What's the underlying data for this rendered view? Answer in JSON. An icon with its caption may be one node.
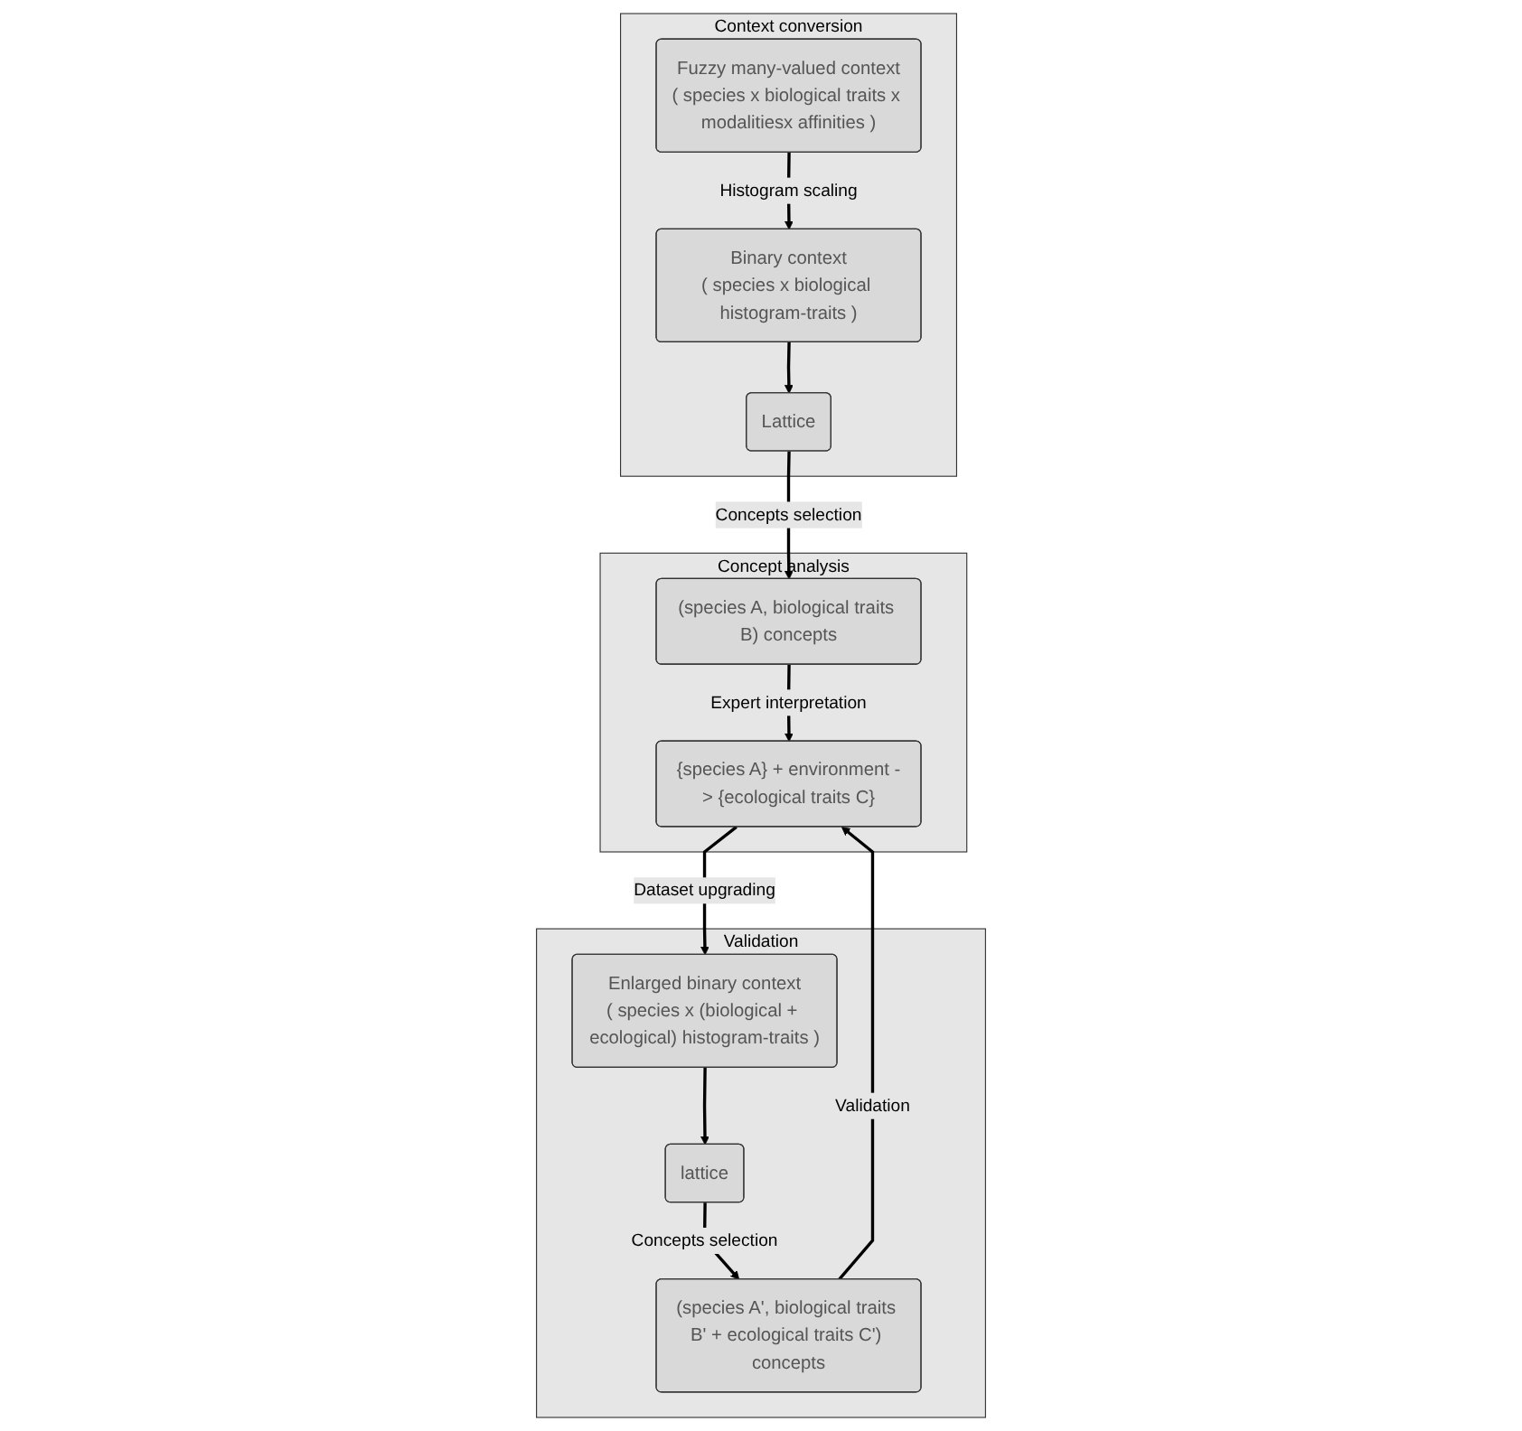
{
  "diagram": {
    "nodes": [
      {
        "text": [
          "Context conversion"
        ]
      },
      {
        "text": [
          "Fuzzy many-valued context",
          "( species x biological traits x modalitiesx affinities )"
        ],
        "in": 0
      },
      {
        "text": [
          "Binary context",
          "( species x biological histogram-traits )"
        ],
        "in": 0
      },
      {
        "text": [
          "Lattice"
        ],
        "in": 0
      },
      {
        "text": [
          "Concept analysis"
        ]
      },
      {
        "text": [
          "{species A} + environment -> {ecological traits C}"
        ],
        "in": 4
      },
      {
        "text": [
          "(species A, biological traits B) concepts"
        ],
        "in": 4
      },
      {
        "text": [
          "Validation"
        ]
      },
      {
        "text": [
          "Enlarged binary context",
          "( species x (biological + ecological) histogram-traits )"
        ],
        "in": 7
      },
      {
        "text": [
          "lattice"
        ],
        "in": 7
      },
      {
        "text": [
          "(species A', biological traits B' + ecological traits C') concepts"
        ],
        "in": 7
      }
    ],
    "edges": [
      {
        "from": 1,
        "to": 2,
        "arrow": "to",
        "label": "Histogram scaling"
      },
      {
        "from": 2,
        "to": 3,
        "arrow": "to"
      },
      {
        "from": 3,
        "to": 6,
        "arrow": "to",
        "label": "Concepts selection"
      },
      {
        "from": 6,
        "to": 5,
        "arrow": "to",
        "label": "Expert interpretation"
      },
      {
        "from": 5,
        "to": 8,
        "arrow": "to",
        "label": "Dataset upgrading"
      },
      {
        "from": 8,
        "to": 9,
        "arrow": "to"
      },
      {
        "from": 9,
        "to": 10,
        "arrow": "to",
        "label": "Concepts selection"
      },
      {
        "from": 10,
        "to": 5,
        "arrow": "to",
        "label": "Validation"
      }
    ]
  }
}
